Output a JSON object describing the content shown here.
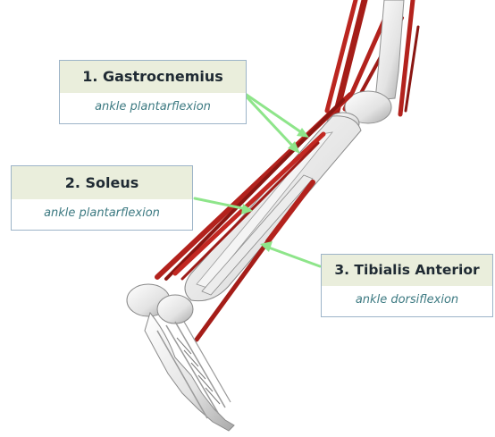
{
  "labels": [
    {
      "number_title": "1. Gastrocnemius",
      "action": "ankle plantarflexion"
    },
    {
      "number_title": "2. Soleus",
      "action": "ankle plantarflexion"
    },
    {
      "number_title": "3. Tibialis Anterior",
      "action": "ankle dorsiflexion"
    }
  ],
  "colors": {
    "muscle": "#b3221d",
    "muscle_dark": "#7d1411",
    "bone": "#e6e6e6",
    "bone_shadow": "#9a9a9a",
    "arrow": "#8ee58a",
    "label_title_bg": "#eaeedc",
    "label_border": "#9db4c8",
    "label_action_text": "#3d7a82"
  }
}
